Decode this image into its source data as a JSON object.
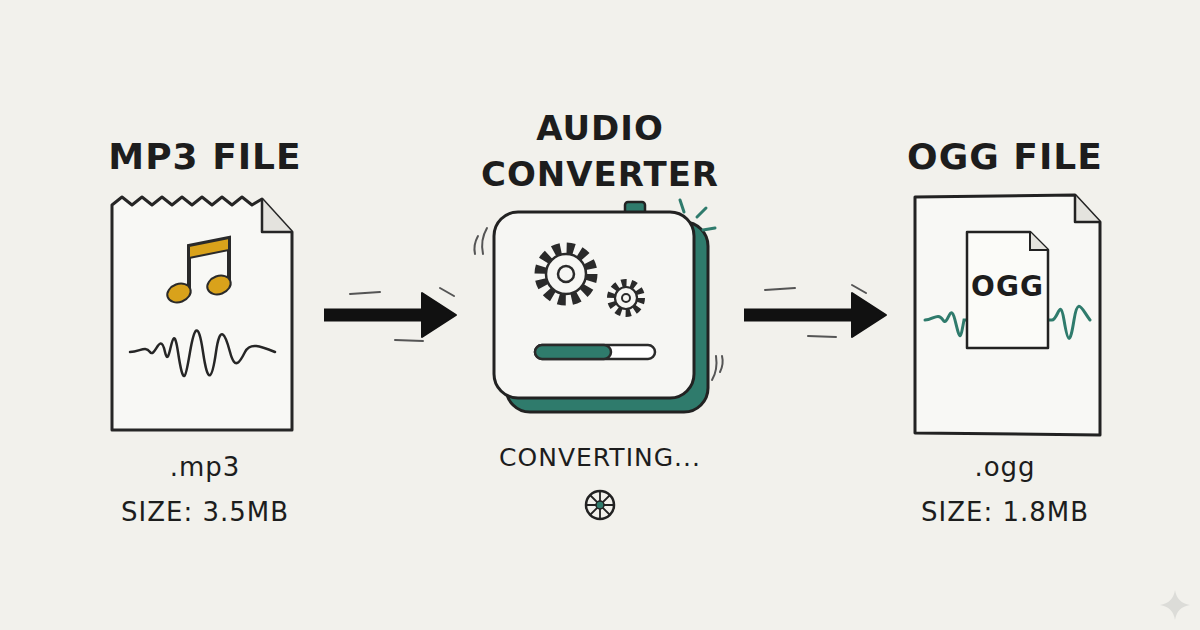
{
  "diagram": {
    "nodes": [
      {
        "text": [
          "MP3 FILE",
          ".mp3",
          "SIZE: 3.5MB"
        ]
      },
      {
        "text": [
          "AUDIO CONVERTER",
          "CONVERTING..."
        ]
      },
      {
        "text": [
          "OGG FILE",
          ".ogg",
          "SIZE: 1.8MB"
        ]
      },
      {
        "text": [
          "OGG"
        ],
        "in": 2
      }
    ],
    "edges": [
      {
        "from": 0,
        "to": 1,
        "arrow": "to"
      },
      {
        "from": 1,
        "to": 2,
        "arrow": "to"
      }
    ]
  }
}
